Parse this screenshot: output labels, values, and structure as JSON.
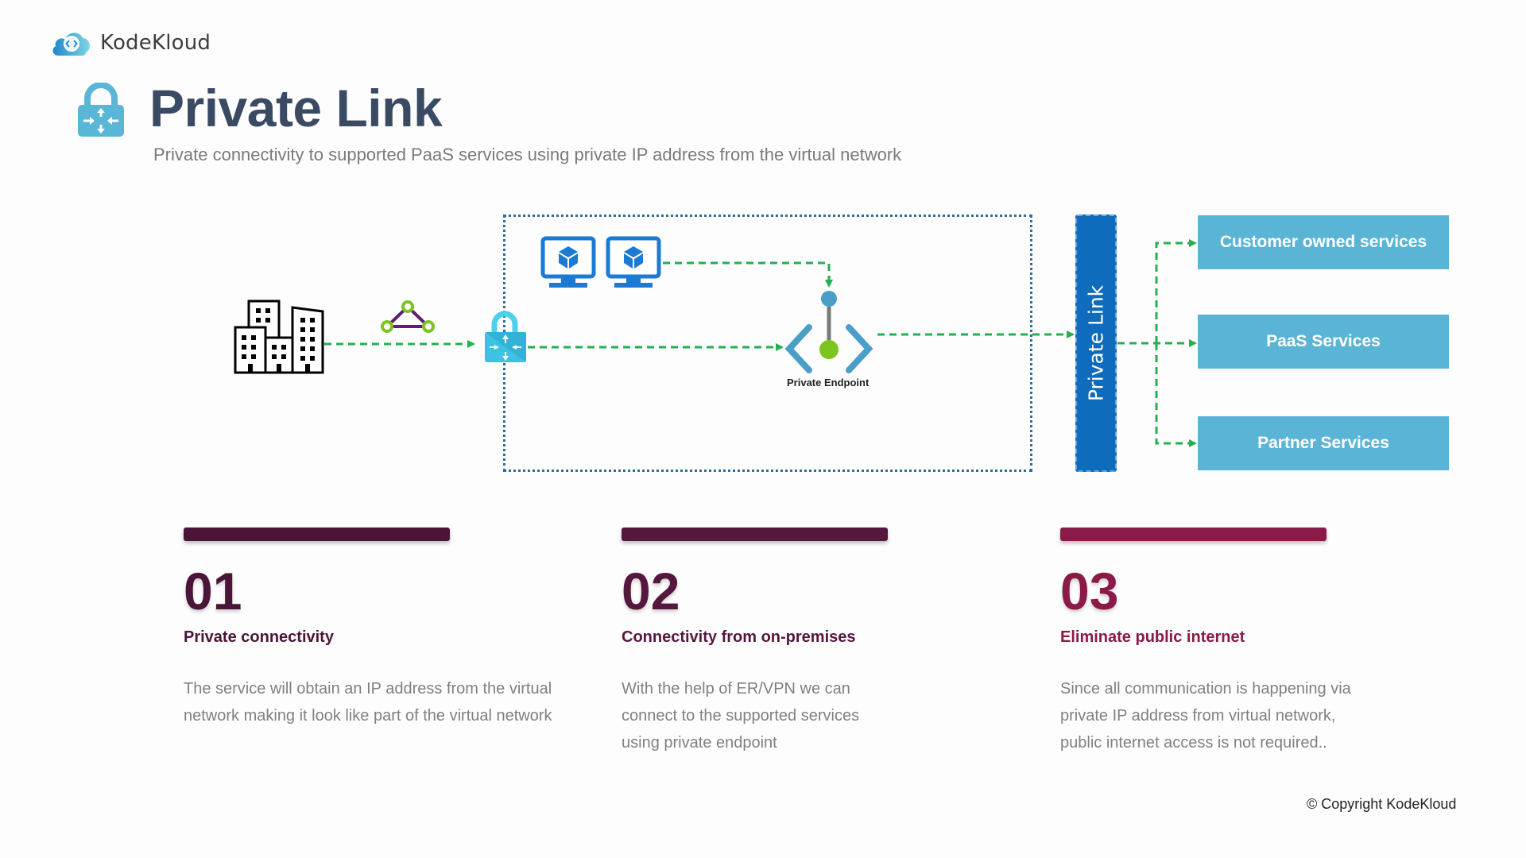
{
  "brand": {
    "name": "KodeKloud",
    "logo_icon": "cloud-code-icon"
  },
  "header": {
    "title": "Private Link",
    "title_icon": "lock-router-icon",
    "subtitle": "Private connectivity to supported PaaS services using private IP address from the virtual network"
  },
  "diagram": {
    "nodes": {
      "on_premises": {
        "icon": "office-buildings-icon"
      },
      "connection": {
        "icon": "network-triangle-icon"
      },
      "gateway": {
        "icon": "vpn-gateway-lock-icon"
      },
      "vms": [
        {
          "icon": "virtual-machine-icon"
        },
        {
          "icon": "virtual-machine-icon"
        }
      ],
      "private_endpoint": {
        "icon": "private-endpoint-icon",
        "label": "Private Endpoint"
      },
      "private_link": {
        "label": "Private Link"
      }
    },
    "services": [
      {
        "label": "Customer owned services"
      },
      {
        "label": "PaaS Services"
      },
      {
        "label": "Partner Services"
      }
    ],
    "colors": {
      "arrow": "#22b050",
      "vnet_border": "#2f6f9a",
      "private_link_bar": "#0f6cbd",
      "service_box": "#5ab4d6",
      "endpoint_blue": "#4a9fc9",
      "endpoint_green": "#7cc520"
    }
  },
  "cards": [
    {
      "number": "01",
      "heading": "Private connectivity",
      "body_lines": [
        "The service will obtain an IP address from the virtual",
        "network making it look like part of the virtual network"
      ],
      "color": "#4a1538"
    },
    {
      "number": "02",
      "heading": "Connectivity from on-premises",
      "body_lines": [
        "With the help of ER/VPN we can",
        "connect to the supported services",
        "using private endpoint"
      ],
      "color": "#56173f"
    },
    {
      "number": "03",
      "heading": "Eliminate public internet",
      "body_lines": [
        "Since all communication is happening via",
        "private IP address from virtual network,",
        "public internet access is not required.."
      ],
      "color": "#8a1a48"
    }
  ],
  "footer": {
    "copyright": "© Copyright KodeKloud"
  }
}
